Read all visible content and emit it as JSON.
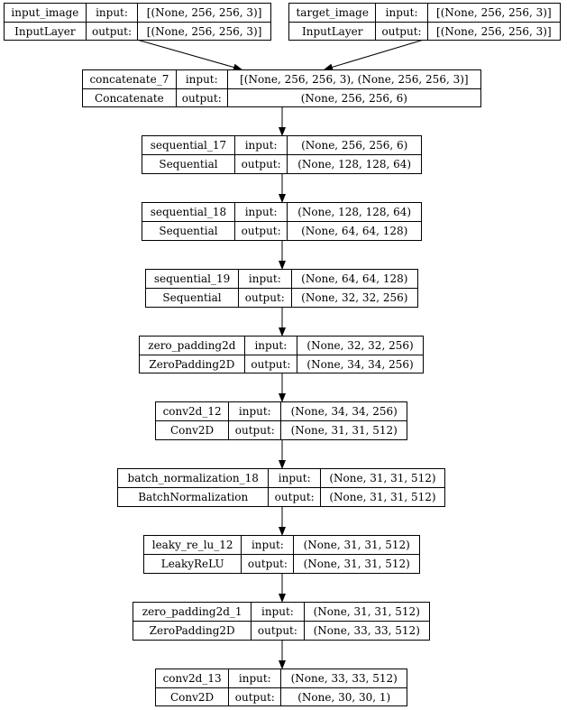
{
  "layers": [
    {
      "name": "input_image",
      "type": "InputLayer",
      "input": "[(None, 256, 256, 3)]",
      "output": "[(None, 256, 256, 3)]"
    },
    {
      "name": "target_image",
      "type": "InputLayer",
      "input": "[(None, 256, 256, 3)]",
      "output": "[(None, 256, 256, 3)]"
    },
    {
      "name": "concatenate_7",
      "type": "Concatenate",
      "input": "[(None, 256, 256, 3), (None, 256, 256, 3)]",
      "output": "(None, 256, 256, 6)"
    },
    {
      "name": "sequential_17",
      "type": "Sequential",
      "input": "(None, 256, 256, 6)",
      "output": "(None, 128, 128, 64)"
    },
    {
      "name": "sequential_18",
      "type": "Sequential",
      "input": "(None, 128, 128, 64)",
      "output": "(None, 64, 64, 128)"
    },
    {
      "name": "sequential_19",
      "type": "Sequential",
      "input": "(None, 64, 64, 128)",
      "output": "(None, 32, 32, 256)"
    },
    {
      "name": "zero_padding2d",
      "type": "ZeroPadding2D",
      "input": "(None, 32, 32, 256)",
      "output": "(None, 34, 34, 256)"
    },
    {
      "name": "conv2d_12",
      "type": "Conv2D",
      "input": "(None, 34, 34, 256)",
      "output": "(None, 31, 31, 512)"
    },
    {
      "name": "batch_normalization_18",
      "type": "BatchNormalization",
      "input": "(None, 31, 31, 512)",
      "output": "(None, 31, 31, 512)"
    },
    {
      "name": "leaky_re_lu_12",
      "type": "LeakyReLU",
      "input": "(None, 31, 31, 512)",
      "output": "(None, 31, 31, 512)"
    },
    {
      "name": "zero_padding2d_1",
      "type": "ZeroPadding2D",
      "input": "(None, 31, 31, 512)",
      "output": "(None, 33, 33, 512)"
    },
    {
      "name": "conv2d_13",
      "type": "Conv2D",
      "input": "(None, 33, 33, 512)",
      "output": "(None, 30, 30, 1)"
    }
  ],
  "labels": {
    "input": "input:",
    "output": "output:"
  }
}
